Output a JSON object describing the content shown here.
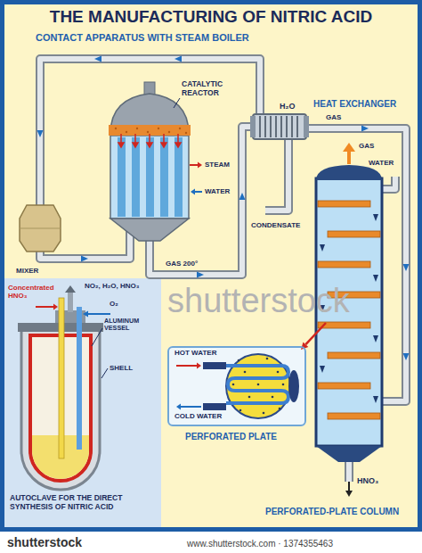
{
  "diagram": {
    "title": "THE MANUFACTURING OF NITRIC ACID",
    "nodes": [
      {
        "text": [
          "Concentrated HNO₃",
          "NO₂, H₂O, HNO₃",
          "O₂",
          "ALUMINUM VESSEL",
          "SHELL",
          "AUTOCLAVE FOR THE DIRECT SYNTHESIS OF NITRIC ACID"
        ]
      },
      {
        "text": [
          "HOT WATER",
          "COLD WATER",
          "PERFORATED PLATE"
        ]
      }
    ],
    "labels": [
      "CONTACT APPARATUS WITH STEAM BOILER",
      "CATALYTIC REACTOR",
      "H₂O",
      "HEAT EXCHANGER",
      "GAS",
      "GAS",
      "WATER",
      "STEAM",
      "WATER",
      "MIXER",
      "CONDENSATE",
      "GAS 200°",
      "shutterstock",
      "HNO₃",
      "PERFORATED-PLATE COLUMN",
      "shutterstock",
      "www.shutterstock.com · 1374355463"
    ]
  }
}
